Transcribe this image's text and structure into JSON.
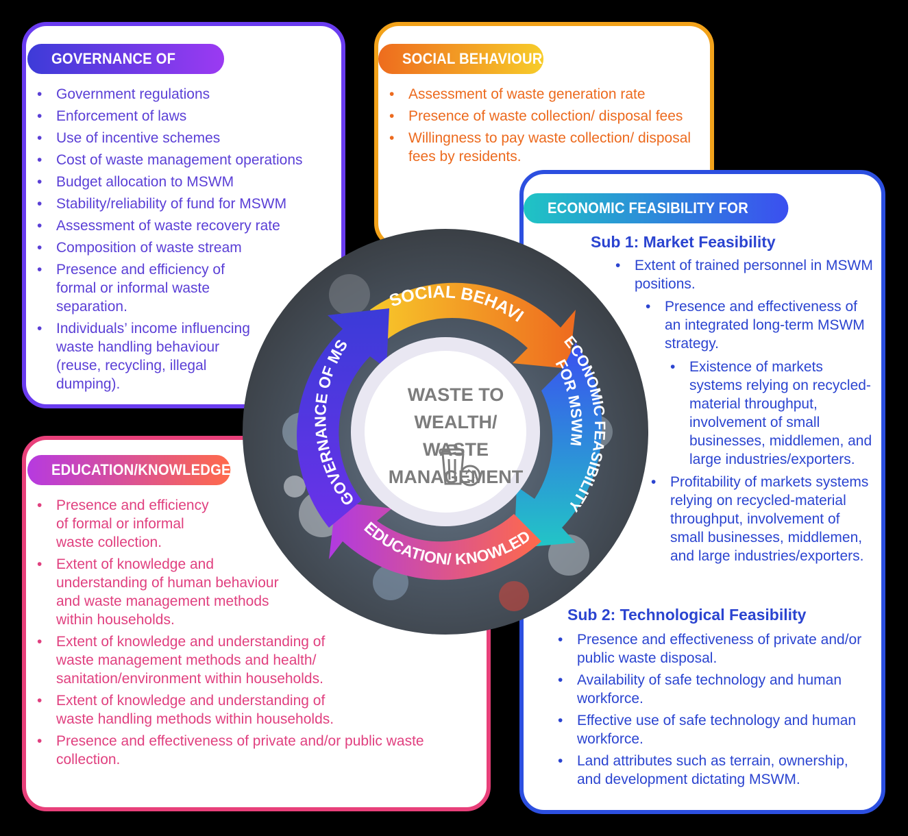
{
  "governance": {
    "title": "GOVERNANCE OF MSWM",
    "items": [
      "Government regulations",
      "Enforcement of laws",
      "Use of incentive schemes",
      "Cost of waste management operations",
      "Budget allocation to MSWM",
      "Stability/reliability of fund for MSWM",
      "Assessment of waste recovery rate",
      "Composition of waste stream",
      "Presence and efficiency of formal or informal waste separation.",
      "Individuals’ income influencing waste handling behaviour (reuse, recycling, illegal dumping)."
    ]
  },
  "social": {
    "title": "SOCIAL BEHAVIOUR",
    "items": [
      "Assessment of waste generation rate",
      "Presence of waste collection/ disposal fees",
      "Willingness to pay waste collection/ disposal fees by residents."
    ]
  },
  "economic": {
    "title": "ECONOMIC FEASIBILITY FOR MSWM",
    "sub1_title": "Sub 1: Market Feasibility",
    "sub1_items": [
      "Extent of trained personnel in MSWM positions.",
      "Presence and effectiveness of an integrated long-term MSWM strategy.",
      "Existence of markets systems relying on recycled-material throughput, involvement of small businesses, middlemen, and large industries/exporters.",
      "Profitability of markets systems relying on recycled-material throughput, involvement of small businesses, middlemen, and large industries/exporters."
    ],
    "sub2_title": "Sub 2: Technological Feasibility",
    "sub2_items": [
      "Presence and effectiveness of private and/or public waste disposal.",
      "Availability of safe technology and human workforce.",
      "Effective use of safe technology and human workforce.",
      "Land attributes such as terrain, ownership, and development dictating MSWM."
    ]
  },
  "education": {
    "title": "EDUCATION/KNOWLEDGE",
    "items": [
      "Presence and efficiency of formal or informal waste collection.",
      "Extent of knowledge and understanding of human behaviour and waste management methods within households.",
      "Extent of knowledge and understanding of waste management methods and health/ sanitation/environment within households.",
      "Extent of knowledge and understanding of waste handling methods within households.",
      "Presence and effectiveness of private and/or public waste collection."
    ]
  },
  "wheel": {
    "center_line1": "WASTE TO WEALTH/",
    "center_line2": "WASTE MANAGEMENT",
    "seg_social": "SOCIAL BEHAVIOUR",
    "seg_governance": "GOVERNANCE OF MSWM",
    "seg_education": "EDUCATION/ KNOWLEDGE",
    "seg_economic_1": "ECONOMIC FEASIBILITY",
    "seg_economic_2": "FOR MSWM",
    "icon": "recycle-bin-icon"
  }
}
